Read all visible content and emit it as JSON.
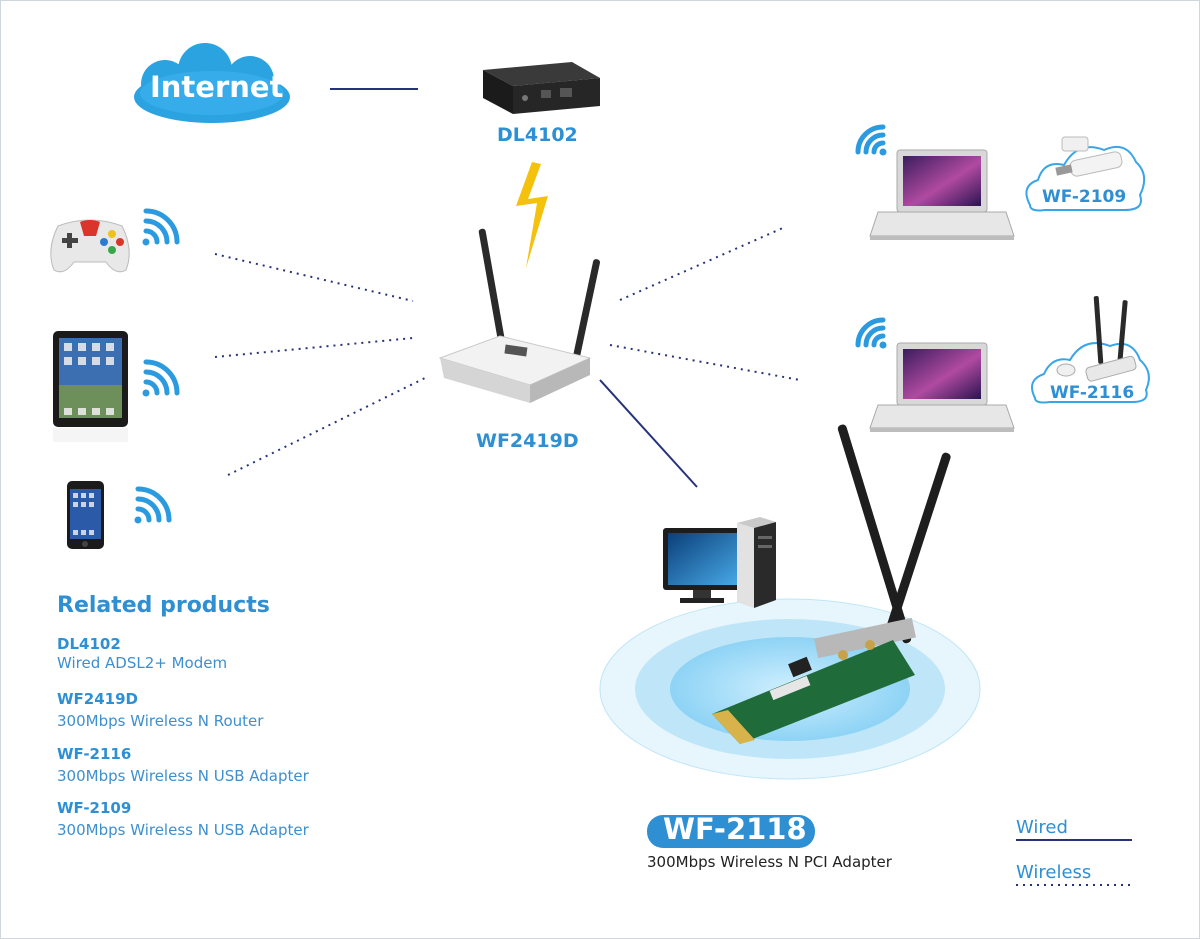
{
  "internet_label": "Internet",
  "modem_label": "DL4102",
  "router_label": "WF2419D",
  "usb_labels": {
    "top": "WF-2109",
    "bottom": "WF-2116"
  },
  "pci": {
    "name": "WF-2118",
    "desc": "300Mbps Wireless N PCI Adapter"
  },
  "related": {
    "title": "Related products",
    "items": [
      {
        "name": "DL4102",
        "desc": "Wired ADSL2+ Modem"
      },
      {
        "name": "WF2419D",
        "desc": "300Mbps Wireless N Router"
      },
      {
        "name": "WF-2116",
        "desc": "300Mbps Wireless N USB Adapter"
      },
      {
        "name": "WF-2109",
        "desc": "300Mbps Wireless N USB Adapter"
      }
    ]
  },
  "legend": {
    "wired": "Wired",
    "wireless": "Wireless"
  },
  "colors": {
    "accent": "#2f8fd3",
    "wired_line": "#26337a",
    "wifi": "#2c9ade",
    "bolt": "#f4c20d"
  },
  "icons": [
    "cloud-icon",
    "modem-icon",
    "router-icon",
    "lightning-icon",
    "gamepad-icon",
    "tablet-icon",
    "phone-icon",
    "laptop-icon",
    "usb-adapter-icon",
    "desktop-pc-icon",
    "pci-card-icon",
    "wifi-icon"
  ]
}
